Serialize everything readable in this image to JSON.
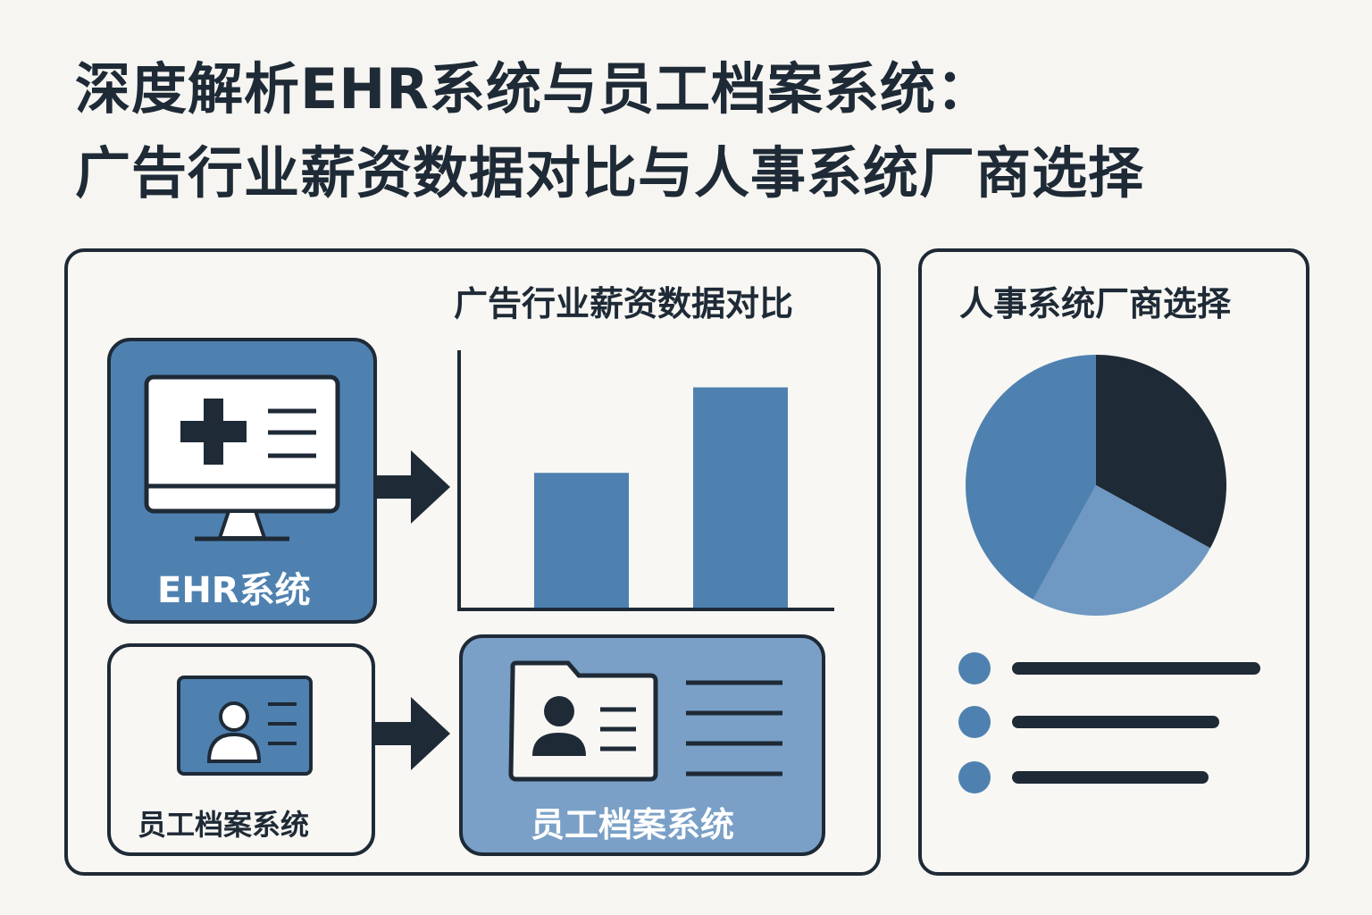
{
  "title": {
    "line1": "深度解析EHR系统与员工档案系统：",
    "line2": "广告行业薪资数据对比与人事系统厂商选择"
  },
  "salary_panel": {
    "heading": "广告行业薪资数据对比"
  },
  "ehr": {
    "label": "EHR系统"
  },
  "archive": {
    "label": "员工档案系统",
    "system_label": "员工档案系统"
  },
  "vendor_panel": {
    "heading": "人事系统厂商选择",
    "list_items": 3
  },
  "colors": {
    "dark": "#1e2a36",
    "blue": "#4f81b0",
    "light_blue": "#7aa0c7",
    "background": "#f6f5f1"
  },
  "chart_data": [
    {
      "type": "bar",
      "title": "广告行业薪资数据对比",
      "categories": [
        "",
        ""
      ],
      "values": [
        52,
        85
      ],
      "ylim": [
        0,
        100
      ],
      "xlabel": "",
      "ylabel": "",
      "grid": false,
      "color": "#4f81b0"
    },
    {
      "type": "pie",
      "title": "人事系统厂商选择",
      "values": [
        33,
        25,
        42
      ],
      "colors": [
        "#1e2a36",
        "#6f98c3",
        "#4f81b0"
      ],
      "labels": []
    }
  ],
  "icons": [
    "monitor-icon",
    "medical-cross-icon",
    "arrow-right-icon",
    "id-card-icon",
    "user-icon",
    "folder-profile-icon",
    "bullet-dot-icon"
  ]
}
